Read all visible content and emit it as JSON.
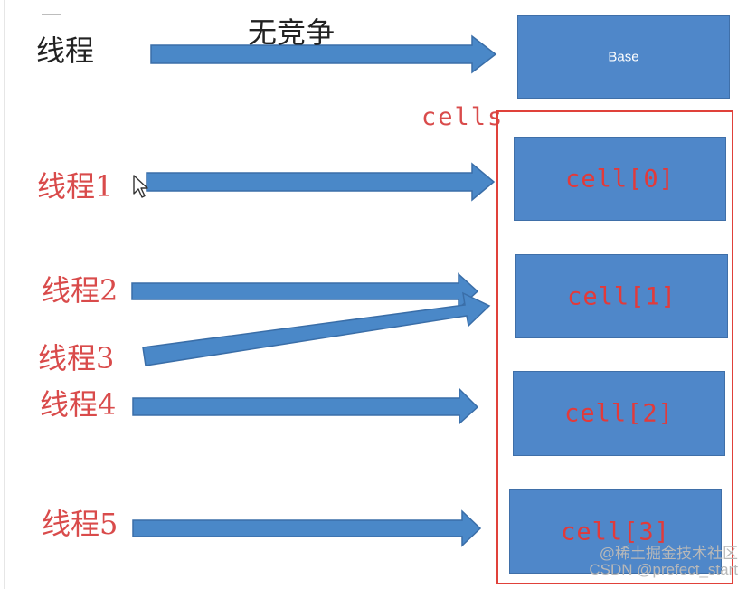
{
  "top_label": "无竞争",
  "base": {
    "label": "Base"
  },
  "cells_label": "cells",
  "thread_labels": {
    "main": "线程",
    "t1": "线程1",
    "t2": "线程2",
    "t3": "线程3",
    "t4": "线程4",
    "t5": "线程5"
  },
  "cells": [
    "cell[0]",
    "cell[1]",
    "cell[2]",
    "cell[3]"
  ],
  "watermark": {
    "line1": "@稀土掘金技术社区",
    "line2": "CSDN @prefect_start"
  },
  "colors": {
    "arrow": "#4a88c8",
    "arrow_border": "#3a6ea8",
    "box": "#4f87c9",
    "red_text": "#d94b4b",
    "red_frame": "#e0413a",
    "black_text": "#222222",
    "cell_text": "#e23a3a",
    "watermark": "#b8b8b8"
  },
  "icons": {
    "cursor": "mouse-pointer-icon"
  }
}
